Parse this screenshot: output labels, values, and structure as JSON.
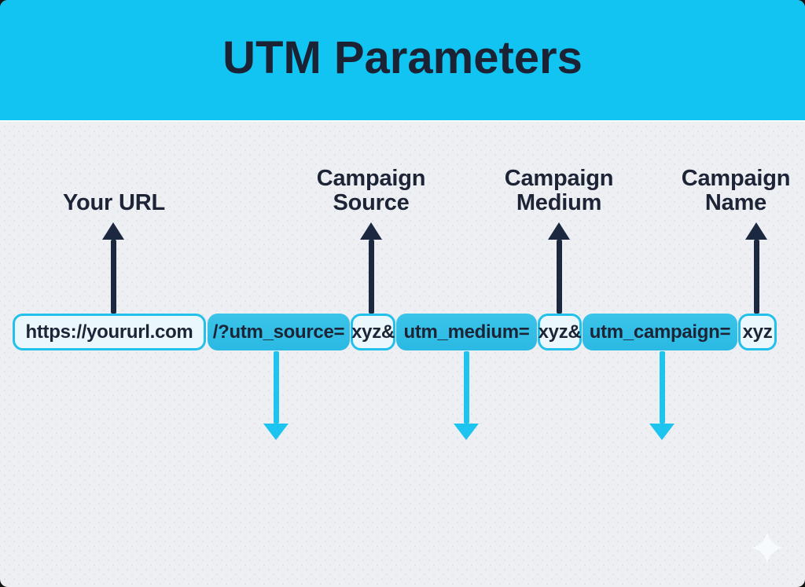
{
  "header": {
    "title": "UTM Parameters"
  },
  "labels": {
    "your_url": {
      "line1": "Your URL",
      "line2": ""
    },
    "campaign_source": {
      "line1": "Campaign",
      "line2": "Source"
    },
    "campaign_medium": {
      "line1": "Campaign",
      "line2": "Medium"
    },
    "campaign_name": {
      "line1": "Campaign",
      "line2": "Name"
    }
  },
  "url_bar": {
    "full_url": "https://yoururl.com/?utm_source=xyz&utm_medium=xyz&utm_campaign=xyz",
    "segments": [
      {
        "text": "https://yoururl.com",
        "style": "plain"
      },
      {
        "text": "/?utm_source=",
        "style": "highlight"
      },
      {
        "text": "xyz&",
        "style": "plain"
      },
      {
        "text": "utm_medium=",
        "style": "highlight"
      },
      {
        "text": "xyz&",
        "style": "plain"
      },
      {
        "text": "utm_campaign=",
        "style": "highlight"
      },
      {
        "text": "xyz",
        "style": "plain"
      }
    ]
  },
  "colors": {
    "header_bg": "#12c4f1",
    "body_bg": "#edeff3",
    "text_navy": "#1c2436",
    "dark_arrow": "#1c2840",
    "highlight_cyan": "#2ebee6",
    "segment_border_cyan": "#22c0eb",
    "segment_fill_light": "#eaf7fd",
    "cyan_arrow": "#1dc4f0",
    "sparkle_white": "#f8fbfd"
  },
  "decor": {
    "sparkle_icon": "four-point-star"
  }
}
